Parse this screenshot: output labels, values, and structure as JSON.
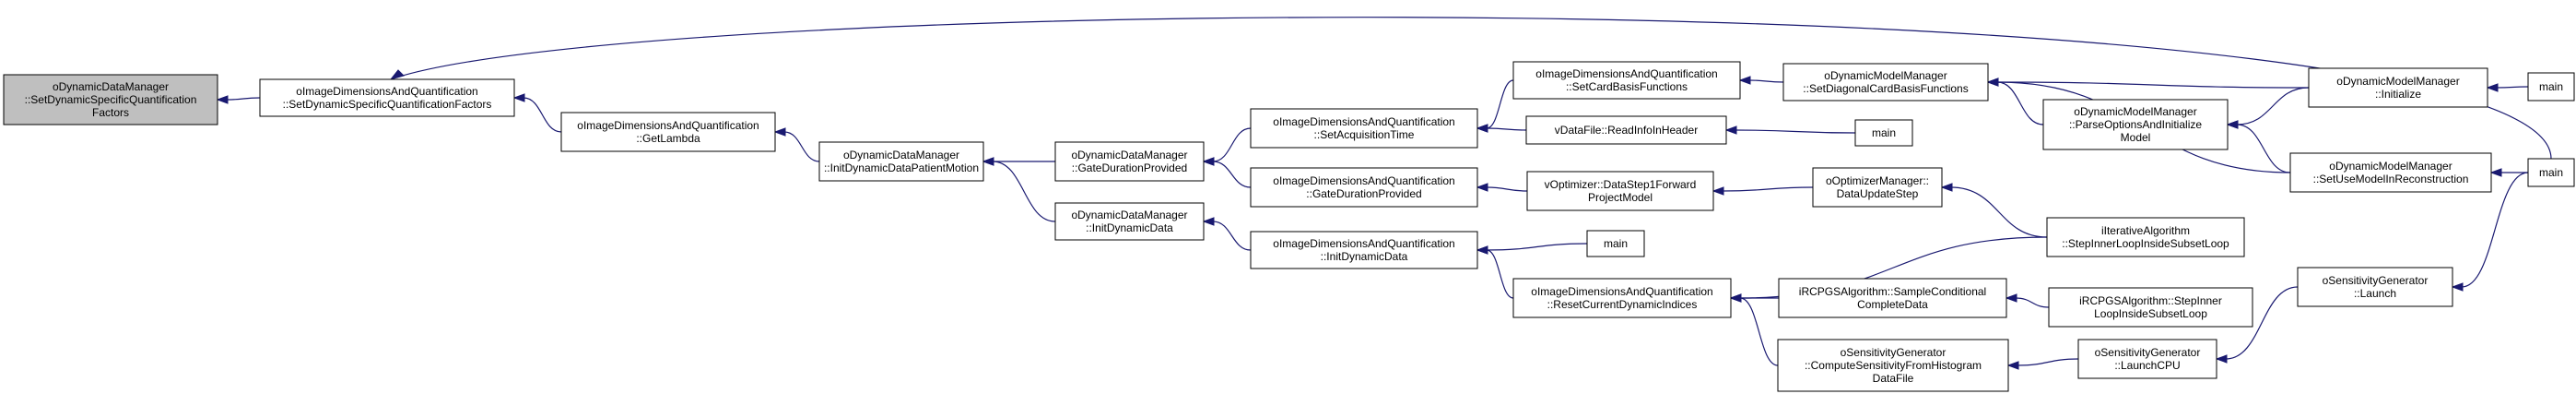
{
  "diagram": {
    "colors": {
      "root_fill": "#bfbfbf",
      "node_fill": "#ffffff",
      "edge": "#191970",
      "border": "#000000"
    },
    "nodes": [
      {
        "id": "root",
        "lines": [
          "oDynamicDataManager",
          "::SetDynamicSpecificQuantification",
          "Factors"
        ],
        "root": true
      },
      {
        "id": "n1",
        "lines": [
          "oImageDimensionsAndQuantification",
          "::SetDynamicSpecificQuantificationFactors"
        ]
      },
      {
        "id": "n2",
        "lines": [
          "oImageDimensionsAndQuantification",
          "::GetLambda"
        ]
      },
      {
        "id": "n3",
        "lines": [
          "oDynamicDataManager",
          "::InitDynamicDataPatientMotion"
        ]
      },
      {
        "id": "n4",
        "lines": [
          "oDynamicDataManager",
          "::GateDurationProvided"
        ]
      },
      {
        "id": "n5",
        "lines": [
          "oDynamicDataManager",
          "::InitDynamicData"
        ]
      },
      {
        "id": "n6",
        "lines": [
          "oImageDimensionsAndQuantification",
          "::SetAcquisitionTime"
        ]
      },
      {
        "id": "n7",
        "lines": [
          "oImageDimensionsAndQuantification",
          "::GateDurationProvided"
        ]
      },
      {
        "id": "n8",
        "lines": [
          "oImageDimensionsAndQuantification",
          "::InitDynamicData"
        ]
      },
      {
        "id": "n9",
        "lines": [
          "oImageDimensionsAndQuantification",
          "::SetCardBasisFunctions"
        ]
      },
      {
        "id": "n10",
        "lines": [
          "vDataFile::ReadInfoInHeader"
        ]
      },
      {
        "id": "n11",
        "lines": [
          "vOptimizer::DataStep1Forward",
          "ProjectModel"
        ]
      },
      {
        "id": "n12",
        "lines": [
          "main"
        ]
      },
      {
        "id": "n13",
        "lines": [
          "oImageDimensionsAndQuantification",
          "::ResetCurrentDynamicIndices"
        ]
      },
      {
        "id": "n14",
        "lines": [
          "oDynamicModelManager",
          "::SetDiagonalCardBasisFunctions"
        ]
      },
      {
        "id": "n15",
        "lines": [
          "main"
        ]
      },
      {
        "id": "n16",
        "lines": [
          "oOptimizerManager::",
          "DataUpdateStep"
        ]
      },
      {
        "id": "n17",
        "lines": [
          "iRCPGSAlgorithm::SampleConditional",
          "CompleteData"
        ]
      },
      {
        "id": "n18",
        "lines": [
          "oSensitivityGenerator",
          "::ComputeSensitivityFromHistogram",
          "DataFile"
        ]
      },
      {
        "id": "n19",
        "lines": [
          "oDynamicModelManager",
          "::ParseOptionsAndInitialize",
          "Model"
        ]
      },
      {
        "id": "n20",
        "lines": [
          "iIterativeAlgorithm",
          "::StepInnerLoopInsideSubsetLoop"
        ]
      },
      {
        "id": "n21",
        "lines": [
          "iRCPGSAlgorithm::StepInner",
          "LoopInsideSubsetLoop"
        ]
      },
      {
        "id": "n22",
        "lines": [
          "oSensitivityGenerator",
          "::LaunchCPU"
        ]
      },
      {
        "id": "n23",
        "lines": [
          "oDynamicModelManager",
          "::Initialize"
        ]
      },
      {
        "id": "n24",
        "lines": [
          "oDynamicModelManager",
          "::SetUseModelInReconstruction"
        ]
      },
      {
        "id": "n25",
        "lines": [
          "oSensitivityGenerator",
          "::Launch"
        ]
      },
      {
        "id": "n26",
        "lines": [
          "main"
        ]
      },
      {
        "id": "n27",
        "lines": [
          "main"
        ]
      }
    ],
    "edges": [
      [
        "root",
        "n1"
      ],
      [
        "n1",
        "n2"
      ],
      [
        "n1",
        "n27"
      ],
      [
        "n2",
        "n3"
      ],
      [
        "n3",
        "n4"
      ],
      [
        "n3",
        "n5"
      ],
      [
        "n4",
        "n6"
      ],
      [
        "n4",
        "n7"
      ],
      [
        "n5",
        "n8"
      ],
      [
        "n6",
        "n9"
      ],
      [
        "n6",
        "n10"
      ],
      [
        "n7",
        "n11"
      ],
      [
        "n8",
        "n12"
      ],
      [
        "n8",
        "n13"
      ],
      [
        "n9",
        "n14"
      ],
      [
        "n10",
        "n15"
      ],
      [
        "n11",
        "n16"
      ],
      [
        "n13",
        "n17"
      ],
      [
        "n13",
        "n18"
      ],
      [
        "n13",
        "n20"
      ],
      [
        "n14",
        "n19"
      ],
      [
        "n14",
        "n23"
      ],
      [
        "n14",
        "n24"
      ],
      [
        "n16",
        "n20"
      ],
      [
        "n17",
        "n21"
      ],
      [
        "n18",
        "n22"
      ],
      [
        "n19",
        "n23"
      ],
      [
        "n19",
        "n24"
      ],
      [
        "n22",
        "n25"
      ],
      [
        "n23",
        "n26"
      ],
      [
        "n24",
        "n27"
      ],
      [
        "n25",
        "n27"
      ]
    ]
  }
}
